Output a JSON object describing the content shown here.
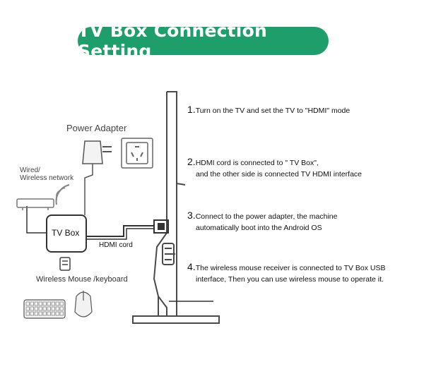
{
  "title": "TV Box Connection Setting",
  "labels": {
    "power_adapter": "Power Adapter",
    "wired_line1": "Wired/",
    "wired_line2": "Wireless network",
    "tv_box": "TV Box",
    "hdmi_cord": "HDMI cord",
    "wireless_mouse": "Wireless Mouse /keyboard"
  },
  "steps": [
    {
      "num": "1.",
      "line1": "Turn on the TV and set the TV to \"HDMI\" mode",
      "line2": ""
    },
    {
      "num": "2.",
      "line1": "HDMI cord is connected to \" TV Box\",",
      "line2": "and the other side is connected TV HDMI interface"
    },
    {
      "num": "3.",
      "line1": "Connect to the power adapter, the machine",
      "line2": "automatically boot into the Android OS"
    },
    {
      "num": "4.",
      "line1": "The wireless mouse receiver is connected to TV  Box USB",
      "line2": "interface, Then you can use wireless mouse to operate it."
    }
  ],
  "colors": {
    "accent": "#1e9e6a",
    "line": "#333333",
    "device": "#6f6f6f"
  }
}
